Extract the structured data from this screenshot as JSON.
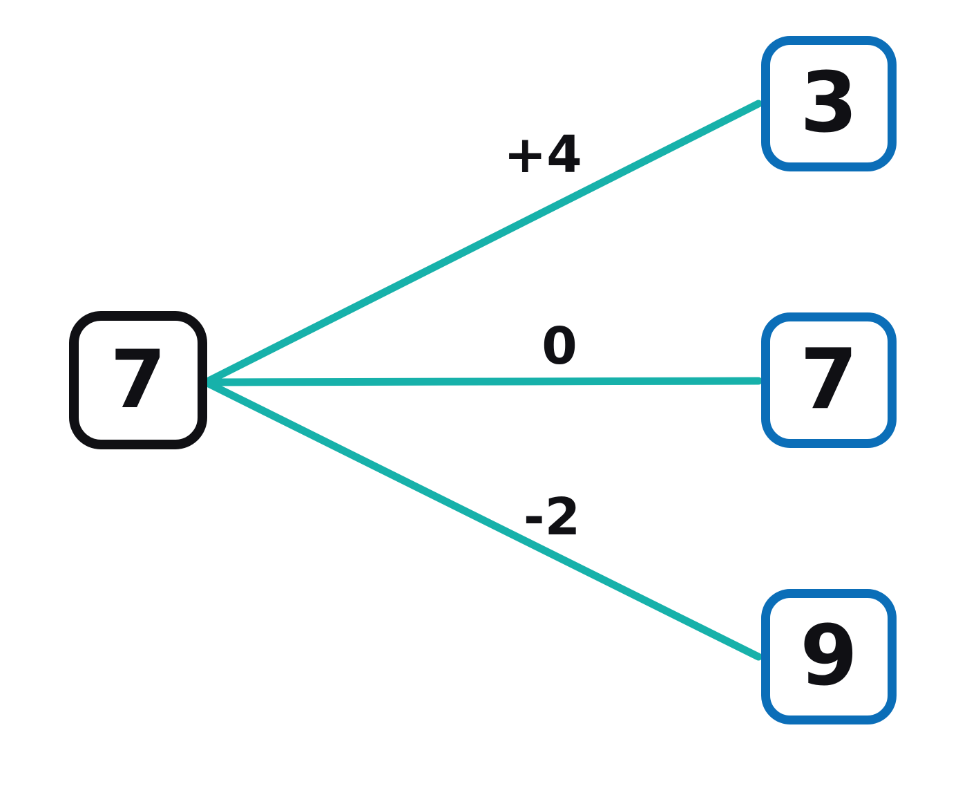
{
  "diagram": {
    "type": "number-mapping-diagram",
    "source_node": {
      "value": "7"
    },
    "edges": [
      {
        "label": "+4",
        "target": "3"
      },
      {
        "label": "0",
        "target": "7"
      },
      {
        "label": "-2",
        "target": "9"
      }
    ],
    "colors": {
      "edge_line": "#17b1aa",
      "target_border": "#0b6eb8",
      "source_border": "#101014",
      "digit_text": "#101014",
      "background": "#ffffff"
    }
  }
}
